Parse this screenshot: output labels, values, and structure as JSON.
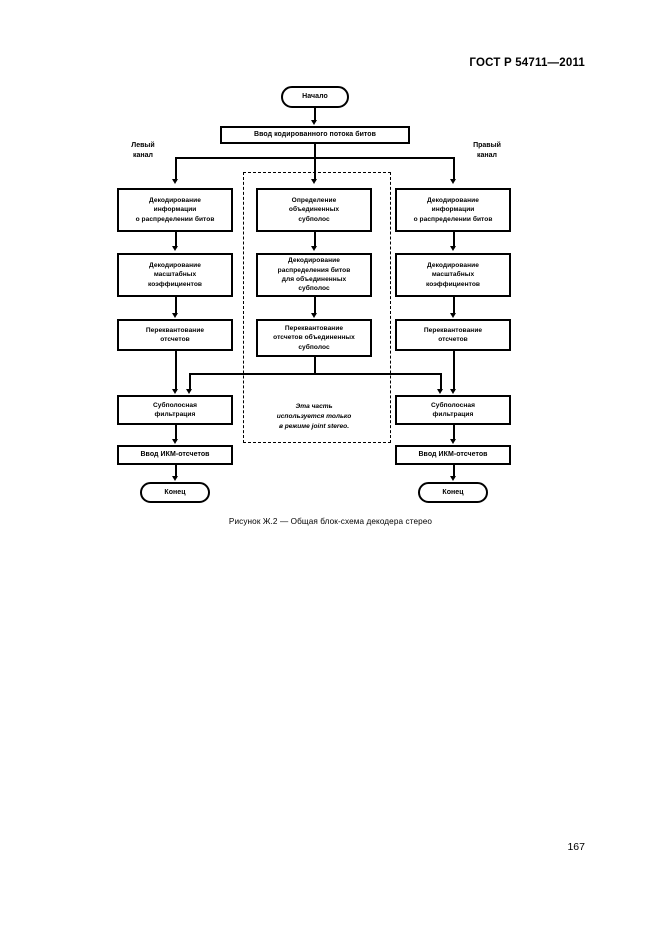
{
  "document": {
    "header": "ГОСТ Р 54711—2011",
    "page_number": "167",
    "caption": "Рисунок Ж.2 — Общая блок-схема декодера стерео"
  },
  "flowchart": {
    "start": "Начало",
    "input_bar": "Ввод кодированного потока битов",
    "channel_left": "Левый\nканал",
    "channel_right": "Правый\nканал",
    "left_column": [
      "Декодирование\nинформации\nо распределении битов",
      "Декодирование\nмасштабных\nкоэффициентов",
      "Переквантование\nотсчетов",
      "Субполосная\nфильтрация",
      "Ввод ИКМ-отсчетов",
      "Конец"
    ],
    "center_column": [
      "Определение\nобъединенных\nсубполос",
      "Декодирование\nраспределения битов\nдля объединенных\nсубполос",
      "Переквантование\nотсчетов объединенных\nсубполос"
    ],
    "right_column": [
      "Декодирование\nинформации\nо распределении битов",
      "Декодирование\nмасштабных\nкоэффициентов",
      "Переквантование\nотсчетов",
      "Субполосная\nфильтрация",
      "Ввод ИКМ-отсчетов",
      "Конец"
    ],
    "joint_stereo_note": "Эта часть\nиспользуется только\nв режиме joint stereo."
  }
}
